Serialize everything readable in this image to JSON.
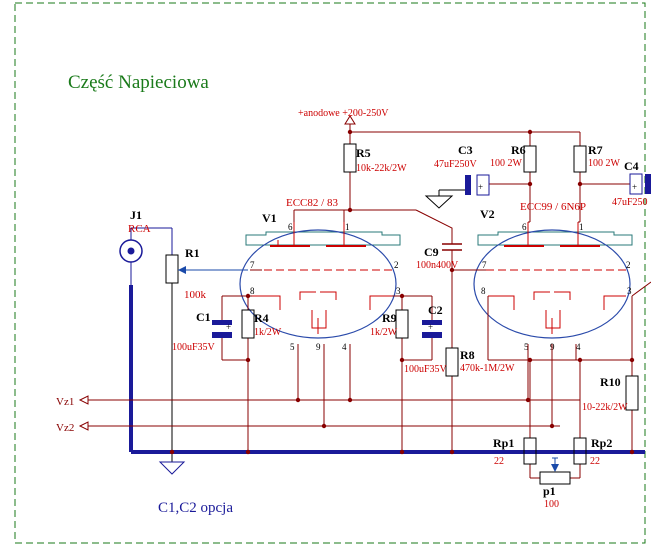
{
  "title": "Część Napieciowa",
  "footnote": "C1,C2 opcja",
  "supply": "+anodowe +200-250V",
  "input": {
    "ref": "J1",
    "type": "RCA"
  },
  "tubes": [
    {
      "ref": "V1",
      "type": "ECC82 / 83",
      "pins": [
        "6",
        "1",
        "7",
        "2",
        "8",
        "3",
        "5",
        "9",
        "4"
      ]
    },
    {
      "ref": "V2",
      "type": "ECC99 / 6N6P",
      "pins": [
        "6",
        "1",
        "7",
        "2",
        "8",
        "3",
        "5",
        "9",
        "4"
      ]
    }
  ],
  "components": {
    "R1": {
      "ref": "R1",
      "value": "100k"
    },
    "R4": {
      "ref": "R4",
      "value": "1k/2W"
    },
    "C1": {
      "ref": "C1",
      "value": "100uF35V"
    },
    "R9": {
      "ref": "R9",
      "value": "1k/2W"
    },
    "C2": {
      "ref": "C2",
      "value": "100uF35V"
    },
    "R5": {
      "ref": "R5",
      "value": "10k-22k/2W"
    },
    "C3": {
      "ref": "C3",
      "value": "47uF250V"
    },
    "R6": {
      "ref": "R6",
      "value": "100 2W"
    },
    "R7": {
      "ref": "R7",
      "value": "100 2W"
    },
    "C4": {
      "ref": "C4",
      "value": "47uF250"
    },
    "C9": {
      "ref": "C9",
      "value": "100n400V"
    },
    "R8": {
      "ref": "R8",
      "value": "470k-1M/2W"
    },
    "R10": {
      "ref": "R10",
      "value": "10-22k/2W"
    },
    "Rp1": {
      "ref": "Rp1",
      "value": "22"
    },
    "Rp2": {
      "ref": "Rp2",
      "value": "22"
    },
    "p1": {
      "ref": "p1",
      "value": "100"
    }
  },
  "rails": {
    "vz1": "Vz1",
    "vz2": "Vz2"
  },
  "colors": {
    "wire": "#880000",
    "label": "#cc0000",
    "title": "#1a7a1a",
    "signal": "#1a4aaa",
    "ground": "#1a1a99",
    "tube": "#2a5aaa"
  }
}
